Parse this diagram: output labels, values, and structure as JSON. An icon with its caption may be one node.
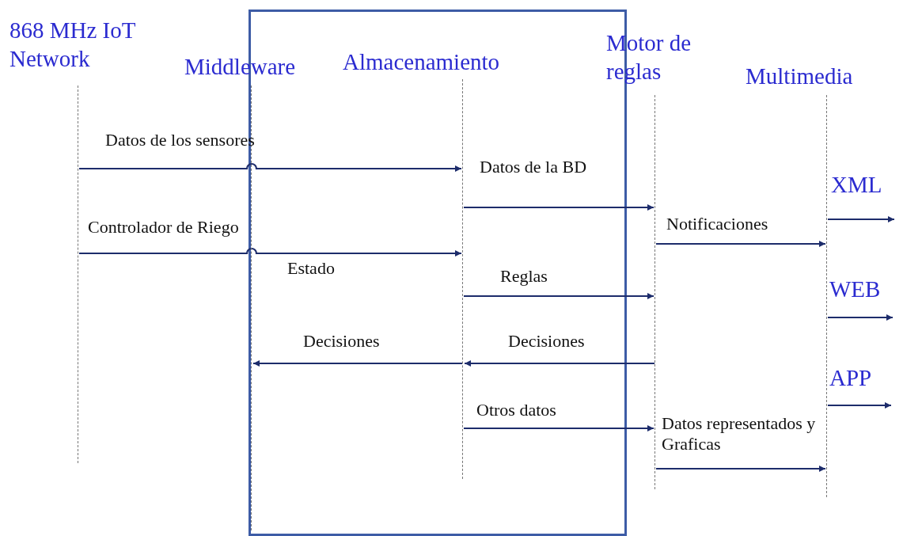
{
  "diagram": {
    "nodes": [
      {
        "text": [
          "868 MHz IoT Network"
        ]
      },
      {
        "text": [
          "Middleware"
        ]
      },
      {
        "text": [
          "Almacenamiento"
        ]
      },
      {
        "text": [
          "Motor de reglas"
        ]
      },
      {
        "text": [
          "Multimedia"
        ]
      }
    ],
    "edges": [
      {
        "from": 0,
        "to": 2,
        "arrow": "to",
        "label": "Datos de los sensores"
      },
      {
        "from": 2,
        "to": 3,
        "arrow": "to",
        "label": "Datos de la BD"
      },
      {
        "from": 0,
        "to": 2,
        "arrow": "to",
        "label": "Controlador de Riego"
      },
      {
        "from": 3,
        "to": 4,
        "arrow": "to",
        "label": "Notificaciones"
      },
      {
        "from": 2,
        "to": 3,
        "arrow": "to",
        "label": "Reglas"
      },
      {
        "from": 3,
        "to": 2,
        "arrow": "to",
        "label": "Decisiones"
      },
      {
        "from": 2,
        "to": 1,
        "arrow": "to",
        "label": "Decisiones"
      },
      {
        "from": 2,
        "to": 3,
        "arrow": "to",
        "label": "Otros datos"
      },
      {
        "from": 3,
        "to": 4,
        "arrow": "to",
        "label": "Datos representados y Graficas"
      },
      {
        "from": 4,
        "to": null,
        "arrow": "to",
        "label": "XML"
      },
      {
        "from": 4,
        "to": null,
        "arrow": "to",
        "label": "WEB"
      },
      {
        "from": 4,
        "to": null,
        "arrow": "to",
        "label": "APP"
      }
    ],
    "labels": [
      "Estado"
    ]
  }
}
